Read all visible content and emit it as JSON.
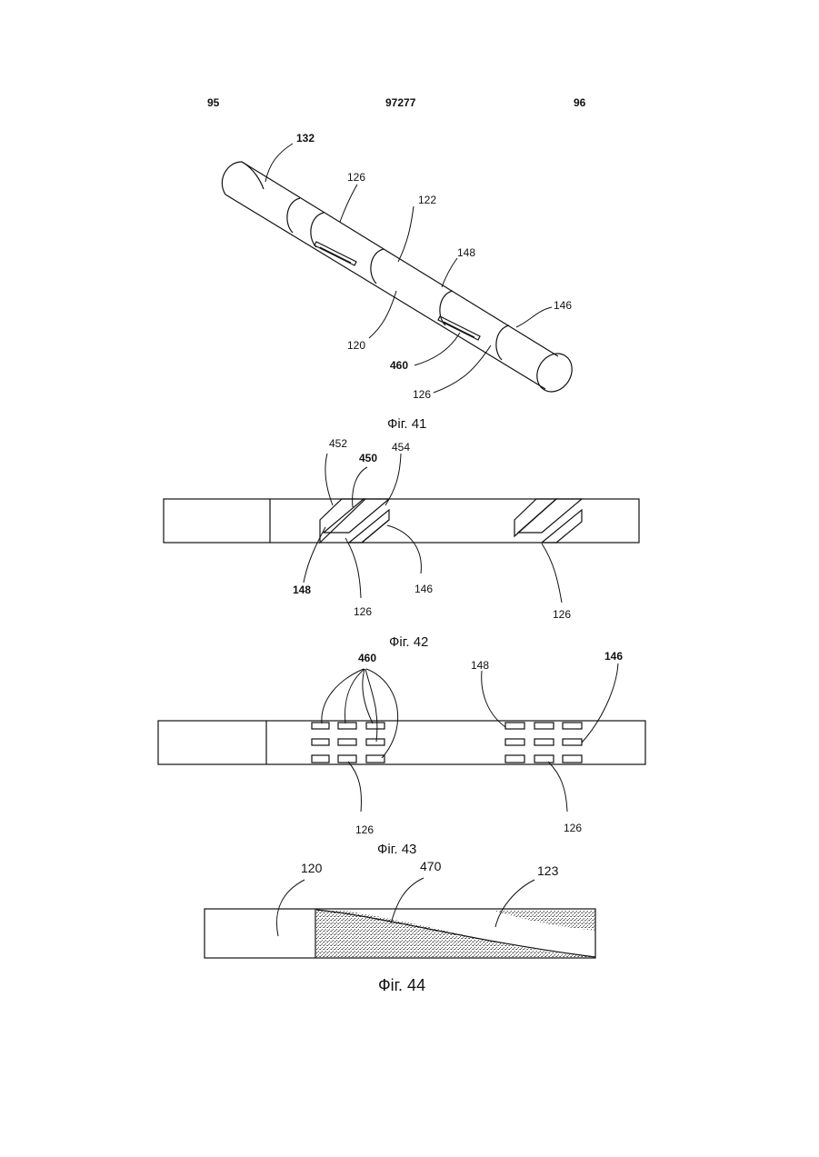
{
  "header": {
    "left": "95",
    "center": "97277",
    "right": "96"
  },
  "fig41": {
    "caption": "Фіг. 41",
    "labels": {
      "l132": "132",
      "l126a": "126",
      "l122": "122",
      "l148": "148",
      "l146": "146",
      "l120": "120",
      "l460": "460",
      "l126b": "126"
    }
  },
  "fig42": {
    "caption": "Фіг. 42",
    "labels": {
      "l452": "452",
      "l450": "450",
      "l454": "454",
      "l148": "148",
      "l126a": "126",
      "l146": "146",
      "l126b": "126"
    }
  },
  "fig43": {
    "caption": "Фіг. 43",
    "labels": {
      "l460": "460",
      "l148": "148",
      "l146": "146",
      "l126a": "126",
      "l126b": "126"
    }
  },
  "fig44": {
    "caption": "Фіг. 44",
    "labels": {
      "l120": "120",
      "l470": "470",
      "l123": "123"
    }
  }
}
